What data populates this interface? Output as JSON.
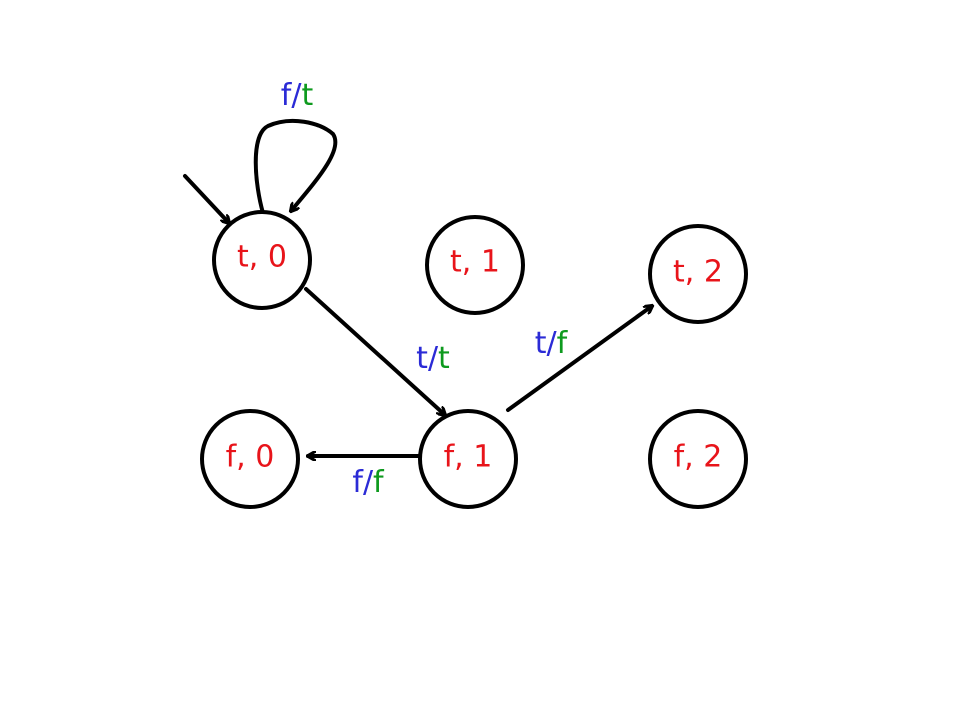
{
  "colors": {
    "state_label": "#e8141a",
    "input": "#2b2bd6",
    "output": "#0e9a1e",
    "separator": "#2b2bd6",
    "stroke": "#000000"
  },
  "states": [
    {
      "id": "t0",
      "label": "t, 0"
    },
    {
      "id": "t1",
      "label": "t, 1"
    },
    {
      "id": "t2",
      "label": "t, 2"
    },
    {
      "id": "f0",
      "label": "f, 0"
    },
    {
      "id": "f1",
      "label": "f, 1"
    },
    {
      "id": "f2",
      "label": "f, 2"
    }
  ],
  "transitions": [
    {
      "id": "self-t0",
      "from": "t0",
      "to": "t0",
      "input": "f",
      "sep": "/",
      "output": "t"
    },
    {
      "id": "t0-f1",
      "from": "t0",
      "to": "f1",
      "input": "t",
      "sep": "/",
      "output": "t"
    },
    {
      "id": "f1-t2",
      "from": "f1",
      "to": "t2",
      "input": "t",
      "sep": "/",
      "output": "f"
    },
    {
      "id": "f1-f0",
      "from": "f1",
      "to": "f0",
      "input": "f",
      "sep": "/",
      "output": "f"
    }
  ],
  "start_state": "t0"
}
